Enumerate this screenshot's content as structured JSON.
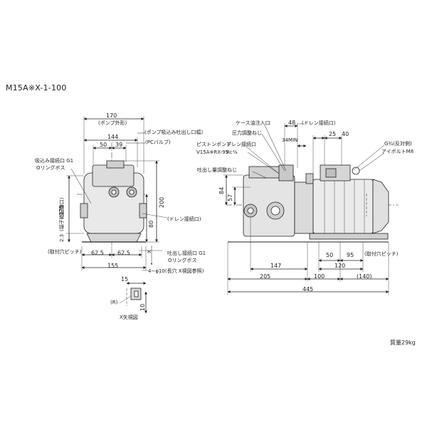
{
  "title": "M15A※X-1-100",
  "mass": "質量29kg",
  "front": {
    "dim_170": "170",
    "pump_width_note": "(ポンプ外形)",
    "dim_144": "144",
    "pump_port_note": "(ポンプ吸込み吐出し口幅)",
    "dim_50": "50",
    "dim_39": "39",
    "pc_valve": "(PCバルブ)",
    "suction_port": "吸込み接続口 G1",
    "suction_oring": "Oリングボス",
    "dim_175": "175",
    "terminal_box": "(端子箱配線口)",
    "dim_23": "2.3",
    "dim_200": "200",
    "dim_80": "80",
    "dim_x": "X",
    "mount_pitch": "(取付穴ピッチ)",
    "dim_625a": "62.5",
    "dim_625b": "62.5",
    "dim_155": "155",
    "discharge_port": "吐出し接続口 G1",
    "discharge_oring": "Oリングボス",
    "holes": "4−φ10(長穴 X視図参照)",
    "drain_left": "(ドレン接続口)"
  },
  "xview": {
    "dim_15": "15",
    "dim_r": "(R)",
    "dim_10": "10",
    "label": "X矢視図"
  },
  "side": {
    "case_oil_inlet": "ケース油注入口",
    "pressure_screw": "圧力調整ねじ",
    "dim_48": "48",
    "drain_top": "(ドレン接続口)",
    "piston_pump": "ピストンポンプ",
    "pump_model": "V15A※RX-95",
    "drain_port": "ドレン接続口",
    "rc38": "Rc⅜",
    "dim_34min": "34MIN",
    "flow_screw": "吐出し量調整ねじ",
    "dim_84": "84",
    "dim_57": "57",
    "dim_25": "25",
    "dim_40": "40",
    "g34": "G¾(反対側)",
    "eyebolt": "アイボルトM8",
    "dim_147": "147",
    "dim_205": "205",
    "dim_50": "50",
    "dim_95": "95",
    "mount_pitch": "(取付穴ピッチ)",
    "dim_120": "120",
    "dim_100": "100",
    "dim_140": "(140)",
    "dim_445": "445"
  }
}
